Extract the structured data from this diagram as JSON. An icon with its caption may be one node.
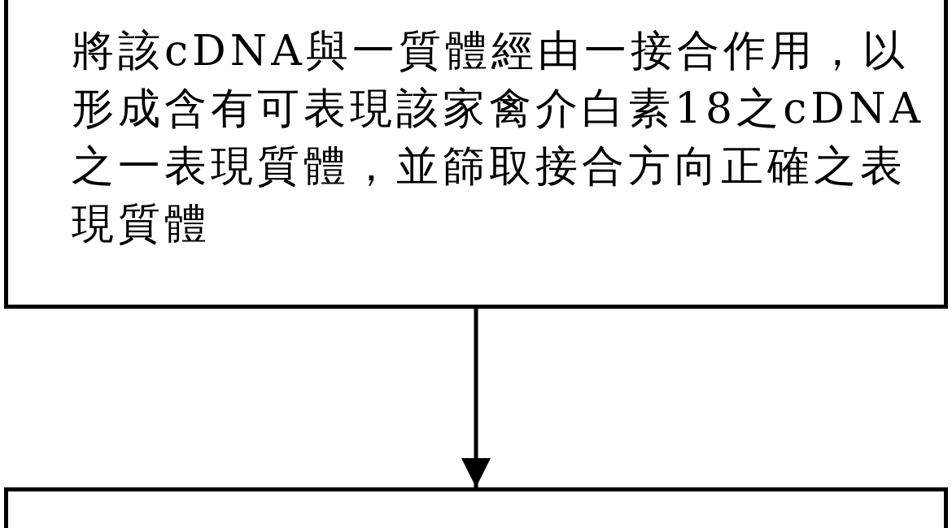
{
  "diagram": {
    "nodes": [
      {
        "text": [
          "將該cDNA與一質體經由一接合作用，以形成含有可表現該家禽介白素18之cDNA之一表現質體，並篩取接合方向正確之表現質體"
        ]
      },
      {
        "text": [],
        "shape": "box"
      }
    ],
    "edges": [
      {
        "from": 0,
        "to": 1,
        "arrow": "to"
      }
    ]
  }
}
